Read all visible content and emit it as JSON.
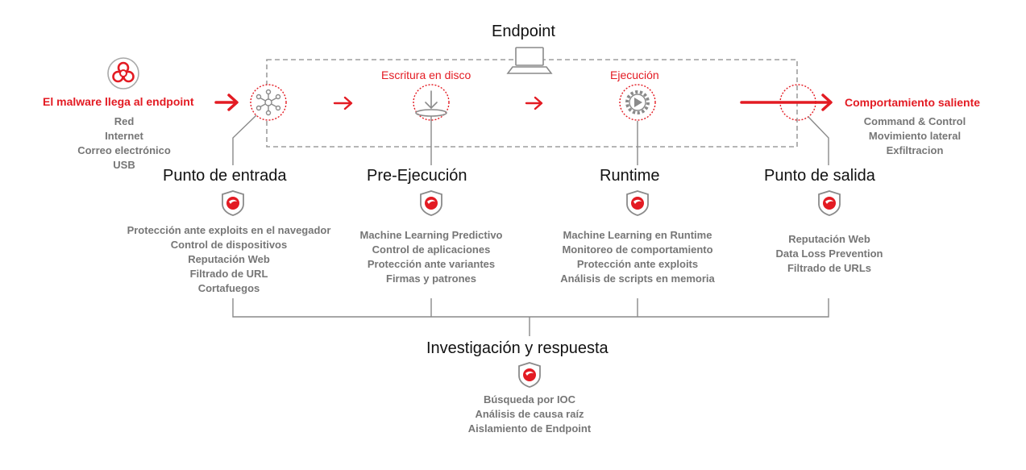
{
  "diagram": {
    "endpoint_title": "Endpoint",
    "malware_label": "El malware llega al endpoint",
    "malware_icon": "biohazard-icon",
    "entry_sources": [
      "Red",
      "Internet",
      "Correo electrónico",
      "USB"
    ],
    "stage_write_label": "Escritura en disco",
    "stage_exec_label": "Ejecución",
    "outbound_label": "Comportamiento saliente",
    "outbound_items": [
      "Command & Control",
      "Movimiento lateral",
      "Exfiltracion"
    ],
    "accent_color": "#e31b23",
    "text_gray": "#767676",
    "columns": [
      {
        "title": "Punto de entrada",
        "icon": "network-hub-icon",
        "features": [
          "Protección ante exploits en el navegador",
          "Control de dispositivos",
          "Reputación Web",
          "Filtrado de URL",
          "Cortafuegos"
        ]
      },
      {
        "title": "Pre-Ejecución",
        "icon": "disk-write-icon",
        "features": [
          "Machine Learning Predictivo",
          "Control de aplicaciones",
          "Protección ante variantes",
          "Firmas y patrones"
        ]
      },
      {
        "title": "Runtime",
        "icon": "execute-gear-icon",
        "features": [
          "Machine Learning en Runtime",
          "Monitoreo de comportamiento",
          "Protección ante exploits",
          "Análisis de scripts en memoria"
        ]
      },
      {
        "title": "Punto de salida",
        "icon": "exit-point-icon",
        "features": [
          "Reputación Web",
          "Data Loss Prevention",
          "Filtrado de URLs"
        ]
      }
    ],
    "investigation": {
      "title": "Investigación y respuesta",
      "features": [
        "Búsqueda por IOC",
        "Análisis de causa raíz",
        "Aislamiento de Endpoint"
      ]
    }
  }
}
